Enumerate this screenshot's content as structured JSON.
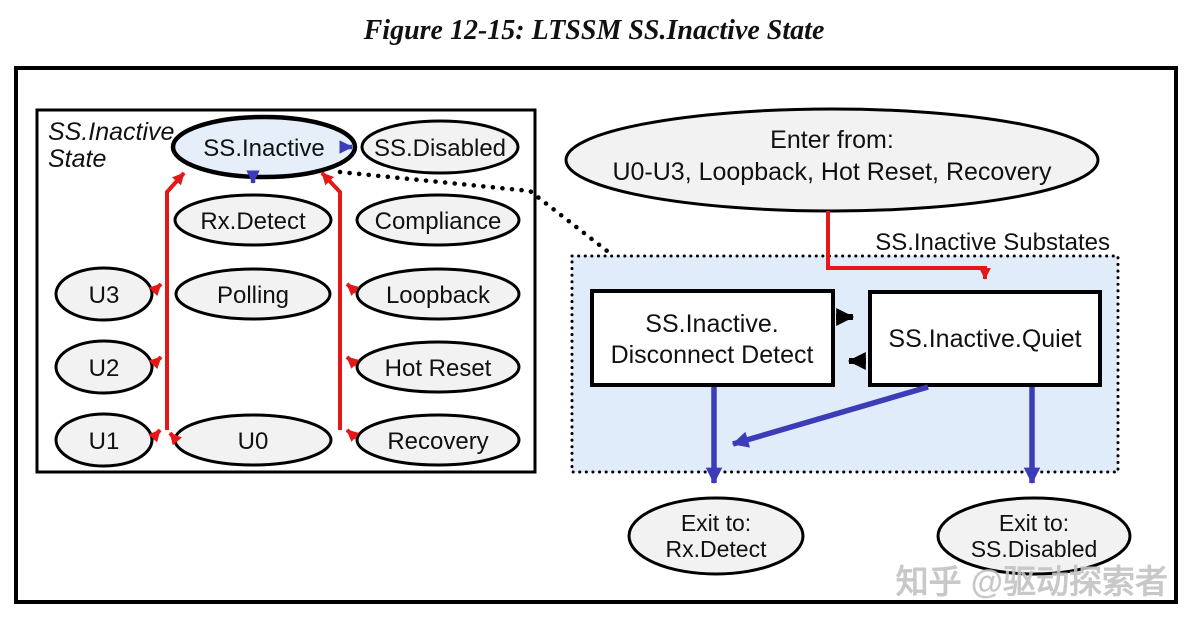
{
  "title": "Figure 12-15: LTSSM SS.Inactive State",
  "colors": {
    "red": "#e51717",
    "blue": "#3c3cb8",
    "black": "#000000",
    "state_fill": "#f2f2f2",
    "highlight_fill": "#e6eefa",
    "substates_fill": "#e0ecf9",
    "watermark": "#c3c3c3"
  },
  "left_panel": {
    "label_line1": "SS.Inactive",
    "label_line2": "State",
    "states": {
      "ss_inactive": "SS.Inactive",
      "ss_disabled": "SS.Disabled",
      "rx_detect": "Rx.Detect",
      "compliance": "Compliance",
      "u3": "U3",
      "polling": "Polling",
      "loopback": "Loopback",
      "u2": "U2",
      "hot_reset": "Hot Reset",
      "u1": "U1",
      "u0": "U0",
      "recovery": "Recovery"
    }
  },
  "right_panel": {
    "enter_ellipse": {
      "line1": "Enter from:",
      "line2": "U0-U3, Loopback, Hot Reset, Recovery"
    },
    "substates_label": "SS.Inactive Substates",
    "disconnect_box": {
      "line1": "SS.Inactive.",
      "line2": "Disconnect Detect"
    },
    "quiet_box": "SS.Inactive.Quiet",
    "exit_rx_detect": {
      "line1": "Exit to:",
      "line2": "Rx.Detect"
    },
    "exit_ss_disabled": {
      "line1": "Exit to:",
      "line2": "SS.Disabled"
    }
  },
  "watermark": "知乎 @驱动探索者"
}
